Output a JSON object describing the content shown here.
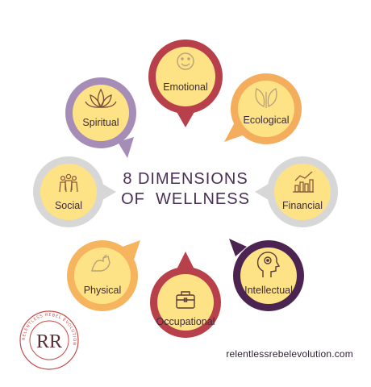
{
  "title": {
    "line1": "8 DIMENSIONS",
    "line2": "OF  WELLNESS"
  },
  "website": "relentlessrebelevolution.com",
  "logo": {
    "letters": "RR",
    "ring_text": "RELENTLESS REBEL EVOLUTION"
  },
  "colors": {
    "fill": "#fde386",
    "icon": "#b9a27a",
    "title": "#4a2f57",
    "emotional": "#b8404a",
    "ecological": "#f3ad5c",
    "financial": "#d7d7d7",
    "intellectual": "#4b2451",
    "occupational": "#b8404a",
    "physical": "#f6b45e",
    "social": "#d7d7d7",
    "spiritual": "#a58db8"
  },
  "dimensions": [
    {
      "key": "emotional",
      "label": "Emotional",
      "icon": "smiley-face-icon"
    },
    {
      "key": "ecological",
      "label": "Ecological",
      "icon": "leaves-icon"
    },
    {
      "key": "financial",
      "label": "Financial",
      "icon": "bar-chart-icon"
    },
    {
      "key": "intellectual",
      "label": "Intellectual",
      "icon": "head-gear-icon"
    },
    {
      "key": "occupational",
      "label": "Occupational",
      "icon": "briefcase-icon"
    },
    {
      "key": "physical",
      "label": "Physical",
      "icon": "flexed-arm-icon"
    },
    {
      "key": "social",
      "label": "Social",
      "icon": "group-of-people-icon"
    },
    {
      "key": "spiritual",
      "label": "Spiritual",
      "icon": "lotus-icon"
    }
  ]
}
